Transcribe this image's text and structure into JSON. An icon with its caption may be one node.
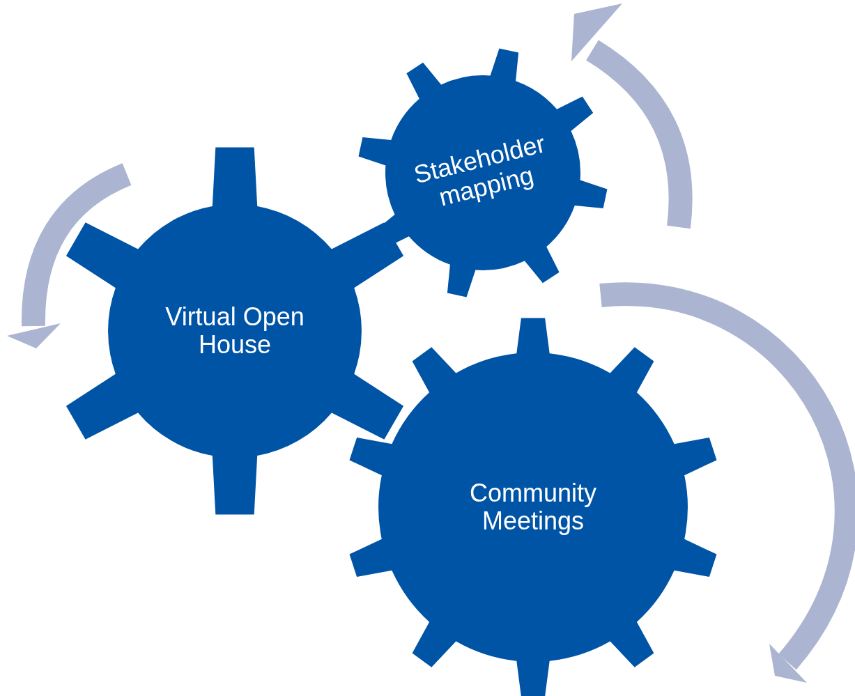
{
  "diagram": {
    "nodes": [
      {
        "text": [
          "Stakeholder mapping"
        ]
      },
      {
        "text": [
          "Virtual Open House"
        ]
      },
      {
        "text": [
          "Community Meetings"
        ]
      }
    ]
  }
}
